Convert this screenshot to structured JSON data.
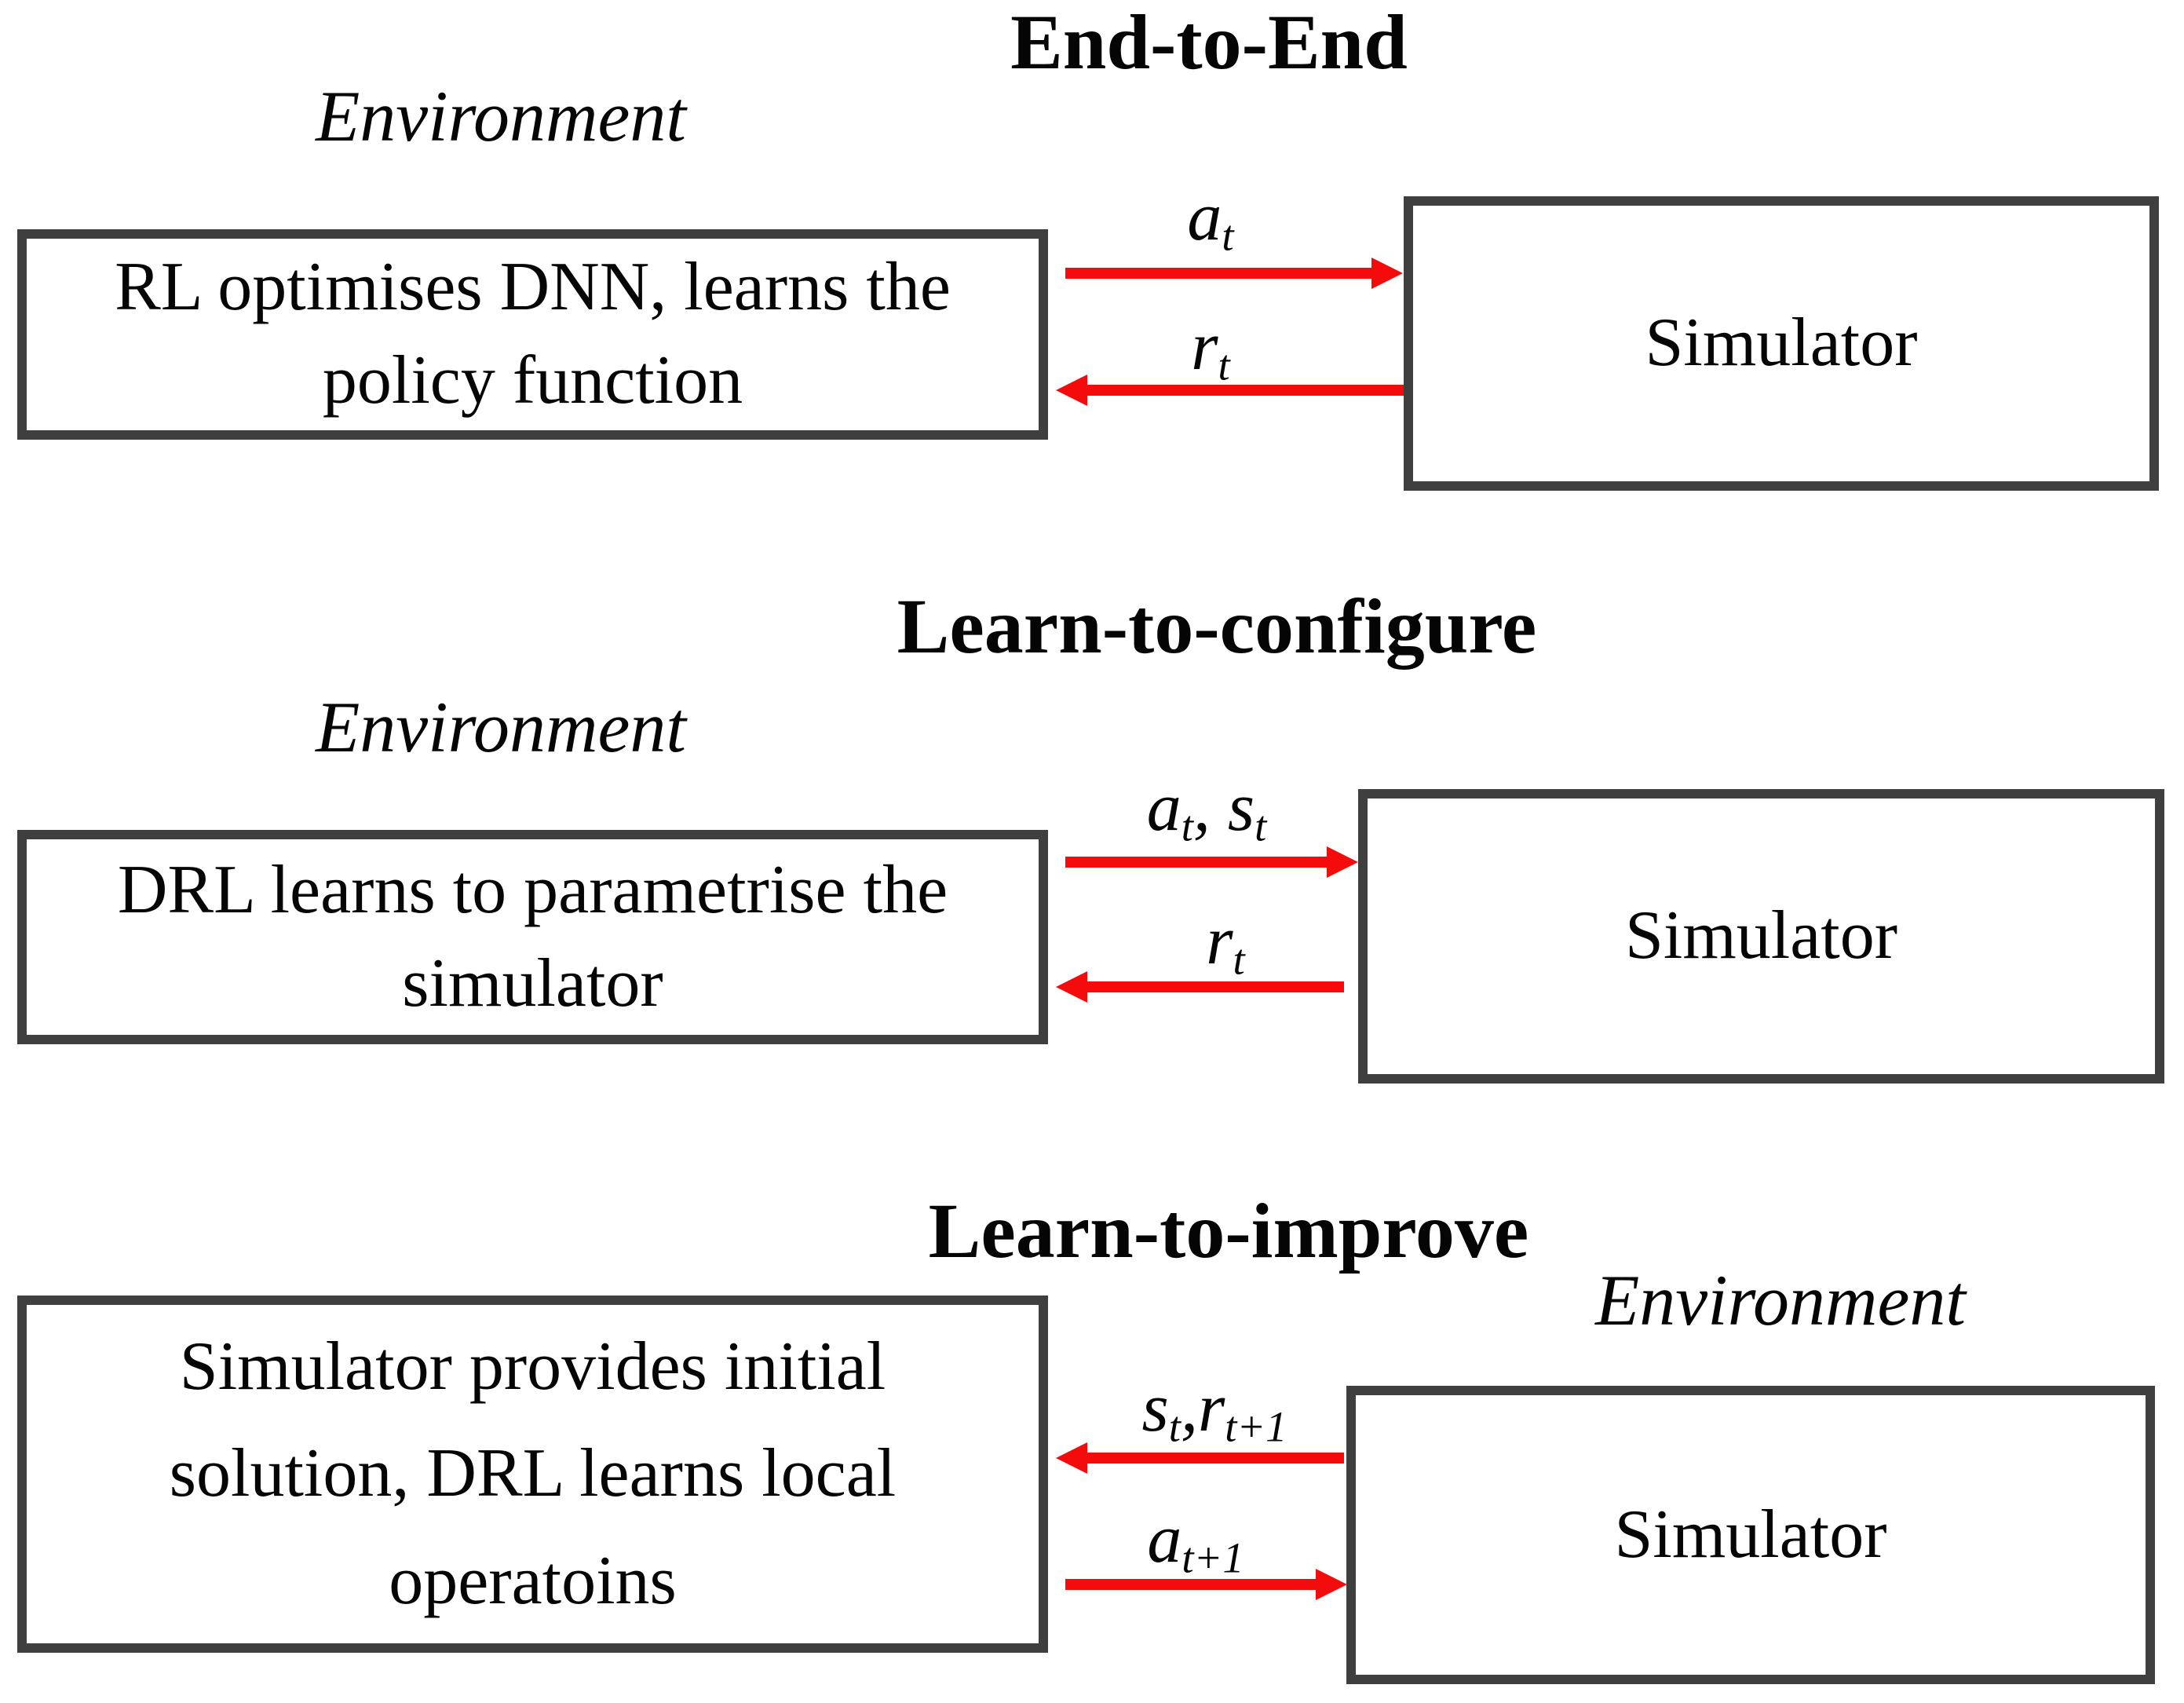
{
  "figure": {
    "colors": {
      "arrow_red": "#f40b0b",
      "box_border_gray": "#3f3f3f",
      "text_black": "#050505"
    },
    "sections": [
      {
        "title": "End-to-End",
        "environment_label": "Environment",
        "agent_box_text": "RL optimises DNN, learns the\npolicy function",
        "simulator_box_text": "Simulator",
        "arrow_to_simulator": {
          "direction": "right",
          "label_parts": [
            {
              "base": "a",
              "sub": "t"
            }
          ]
        },
        "arrow_to_agent": {
          "direction": "left",
          "label_parts": [
            {
              "base": "r",
              "sub": "t"
            }
          ]
        }
      },
      {
        "title": "Learn-to-configure",
        "environment_label": "Environment",
        "agent_box_text": "DRL learns to parametrise the\nsimulator",
        "simulator_box_text": "Simulator",
        "arrow_to_simulator": {
          "direction": "right",
          "label_parts": [
            {
              "base": "a",
              "sub": "t"
            },
            {
              "base": ", s",
              "sub": "t"
            }
          ]
        },
        "arrow_to_agent": {
          "direction": "left",
          "label_parts": [
            {
              "base": "r",
              "sub": "t"
            }
          ]
        }
      },
      {
        "title": "Learn-to-improve",
        "environment_label": "Environment",
        "agent_box_text": "Simulator provides initial\nsolution, DRL learns local\noperatoins",
        "simulator_box_text": "Simulator",
        "arrow_to_agent": {
          "direction": "left",
          "label_parts": [
            {
              "base": "s",
              "sub": "t"
            },
            {
              "base": ",r",
              "sub": "t+1"
            }
          ]
        },
        "arrow_to_simulator": {
          "direction": "right",
          "label_parts": [
            {
              "base": "a",
              "sub": "t+1"
            }
          ]
        }
      }
    ]
  }
}
